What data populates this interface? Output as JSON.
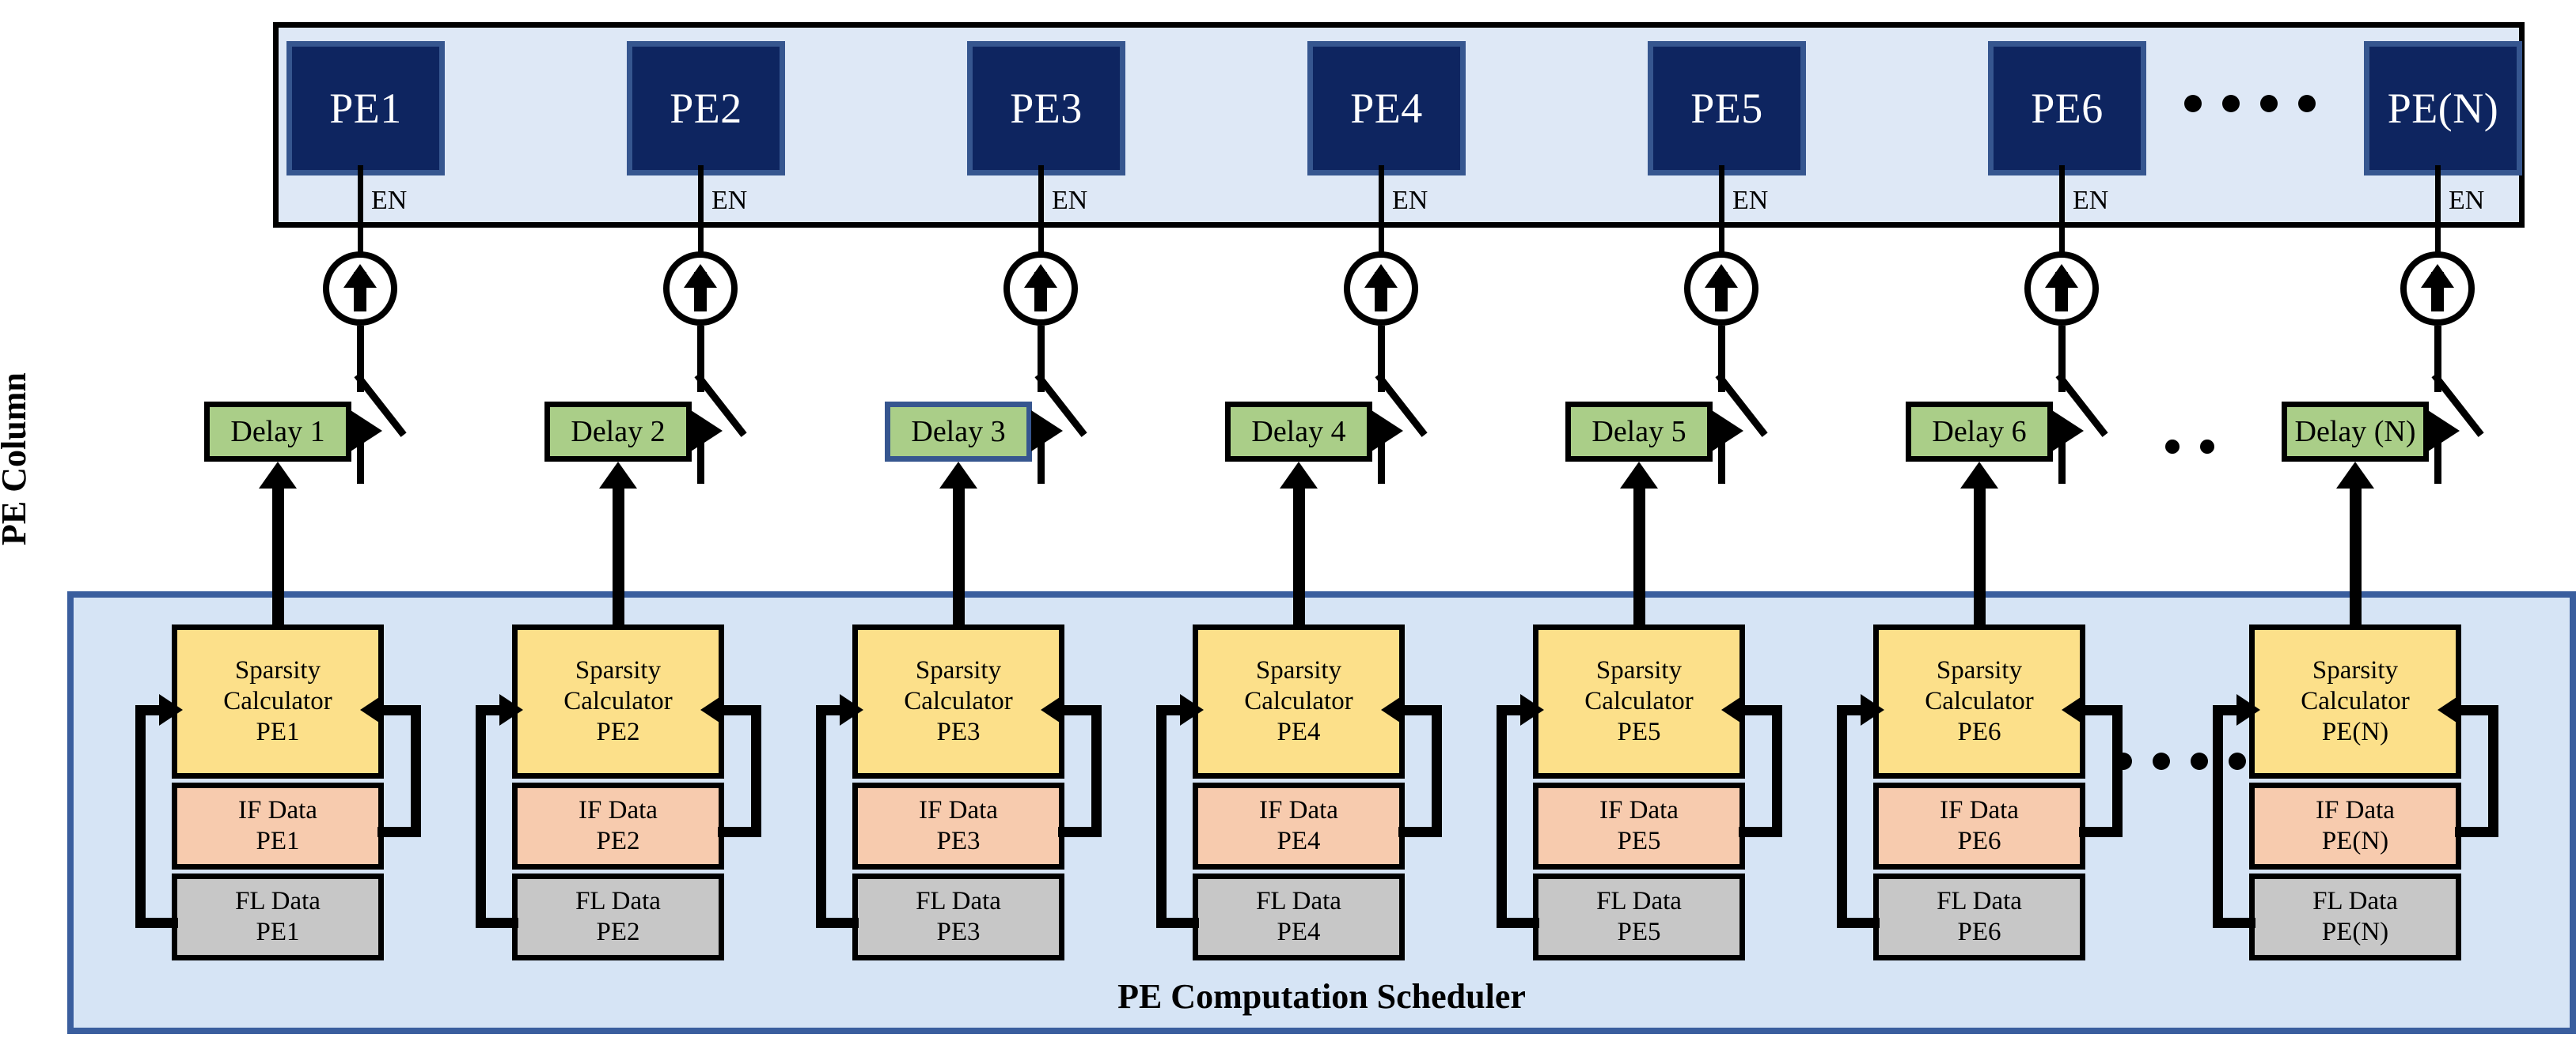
{
  "diagram": {
    "title": "PE Column / PE Computation Scheduler",
    "side_label": "PE Column",
    "scheduler_label": "PE Computation Scheduler",
    "enable_label": "EN",
    "colors": {
      "pe_box_fill": "#0E2560",
      "pe_box_border": "#36568F",
      "pe_panel_fill": "#DEE8F6",
      "panel_border": "#3A5E9E",
      "delay_fill": "#AACE88",
      "delay_border_default": "#000000",
      "delay_border_highlight": "#36568F",
      "sparsity_fill": "#FCE08A",
      "if_data_fill": "#F7CBAE",
      "fl_data_fill": "#C7C7C7",
      "scheduler_fill": "#D6E4F5",
      "wire": "#000000"
    },
    "columns": [
      {
        "pe": "PE1",
        "delay": "Delay 1",
        "sparsity_line1": "Sparsity",
        "sparsity_line2": "Calculator",
        "sparsity_line3": "PE1",
        "if_line1": "IF Data",
        "if_line2": "PE1",
        "fl_line1": "FL Data",
        "fl_line2": "PE1",
        "delay_highlight": false
      },
      {
        "pe": "PE2",
        "delay": "Delay 2",
        "sparsity_line1": "Sparsity",
        "sparsity_line2": "Calculator",
        "sparsity_line3": "PE2",
        "if_line1": "IF Data",
        "if_line2": "PE2",
        "fl_line1": "FL Data",
        "fl_line2": "PE2",
        "delay_highlight": false
      },
      {
        "pe": "PE3",
        "delay": "Delay 3",
        "sparsity_line1": "Sparsity",
        "sparsity_line2": "Calculator",
        "sparsity_line3": "PE3",
        "if_line1": "IF Data",
        "if_line2": "PE3",
        "fl_line1": "FL Data",
        "fl_line2": "PE3",
        "delay_highlight": true
      },
      {
        "pe": "PE4",
        "delay": "Delay 4",
        "sparsity_line1": "Sparsity",
        "sparsity_line2": "Calculator",
        "sparsity_line3": "PE4",
        "if_line1": "IF Data",
        "if_line2": "PE4",
        "fl_line1": "FL Data",
        "fl_line2": "PE4",
        "delay_highlight": false
      },
      {
        "pe": "PE5",
        "delay": "Delay 5",
        "sparsity_line1": "Sparsity",
        "sparsity_line2": "Calculator",
        "sparsity_line3": "PE5",
        "if_line1": "IF Data",
        "if_line2": "PE5",
        "fl_line1": "FL Data",
        "fl_line2": "PE5",
        "delay_highlight": false
      },
      {
        "pe": "PE6",
        "delay": "Delay 6",
        "sparsity_line1": "Sparsity",
        "sparsity_line2": "Calculator",
        "sparsity_line3": "PE6",
        "if_line1": "IF Data",
        "if_line2": "PE6",
        "fl_line1": "FL Data",
        "fl_line2": "PE6",
        "delay_highlight": false
      },
      {
        "pe": "PE(N)",
        "delay": "Delay (N)",
        "sparsity_line1": "Sparsity",
        "sparsity_line2": "Calculator",
        "sparsity_line3": "PE(N)",
        "if_line1": "IF Data",
        "if_line2": "PE(N)",
        "fl_line1": "FL Data",
        "fl_line2": "PE(N)",
        "delay_highlight": false
      }
    ],
    "ellipsis": {
      "pe_row_dots": 4,
      "delay_row_dots": 2,
      "scheduler_row_dots": 4
    }
  }
}
